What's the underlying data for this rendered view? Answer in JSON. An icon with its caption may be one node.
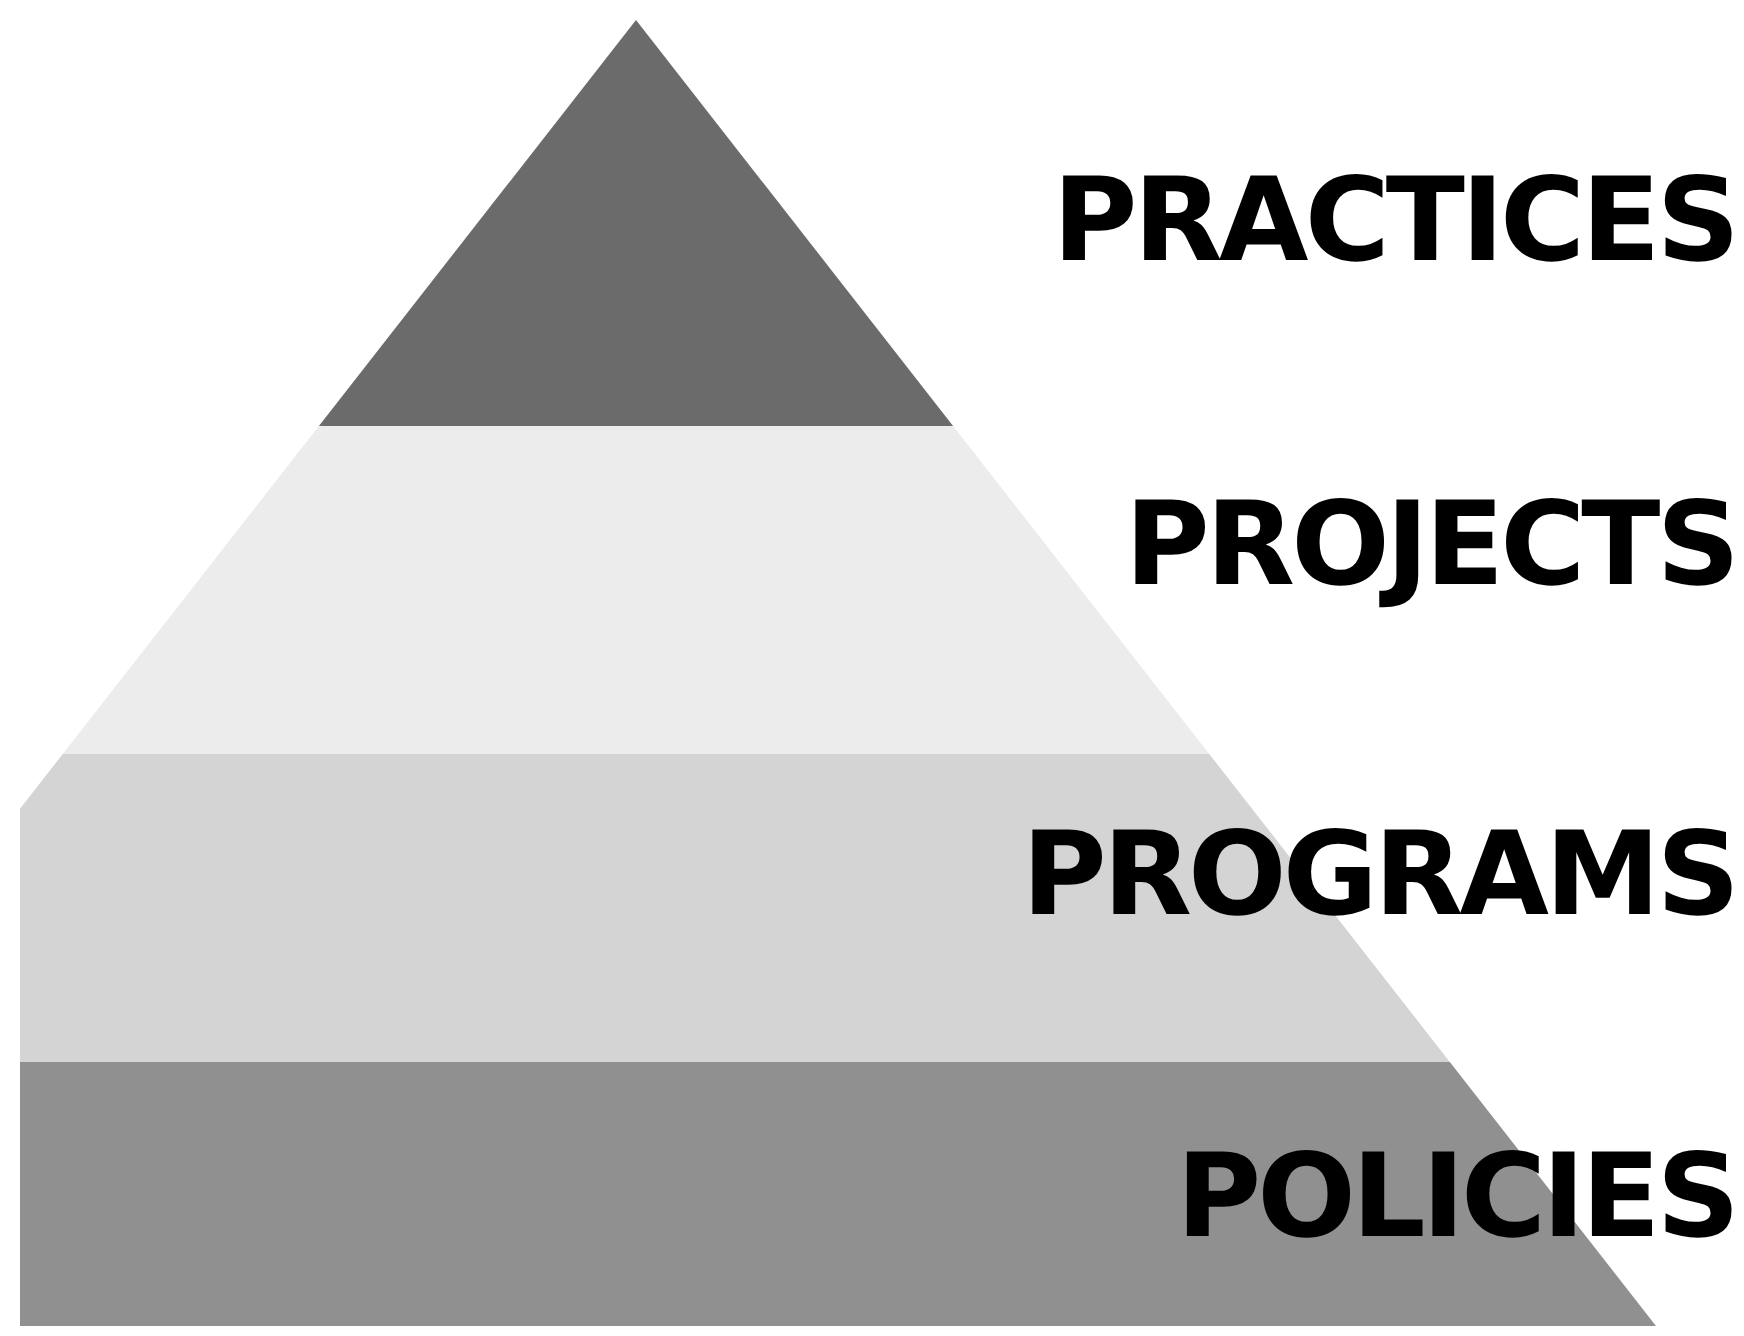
{
  "diagram": {
    "nodes": [
      {
        "text": [
          "PRACTICES"
        ]
      },
      {
        "text": [
          "PROJECTS"
        ]
      },
      {
        "text": [
          "PROGRAMS"
        ]
      },
      {
        "text": [
          "POLICIES"
        ]
      }
    ]
  }
}
